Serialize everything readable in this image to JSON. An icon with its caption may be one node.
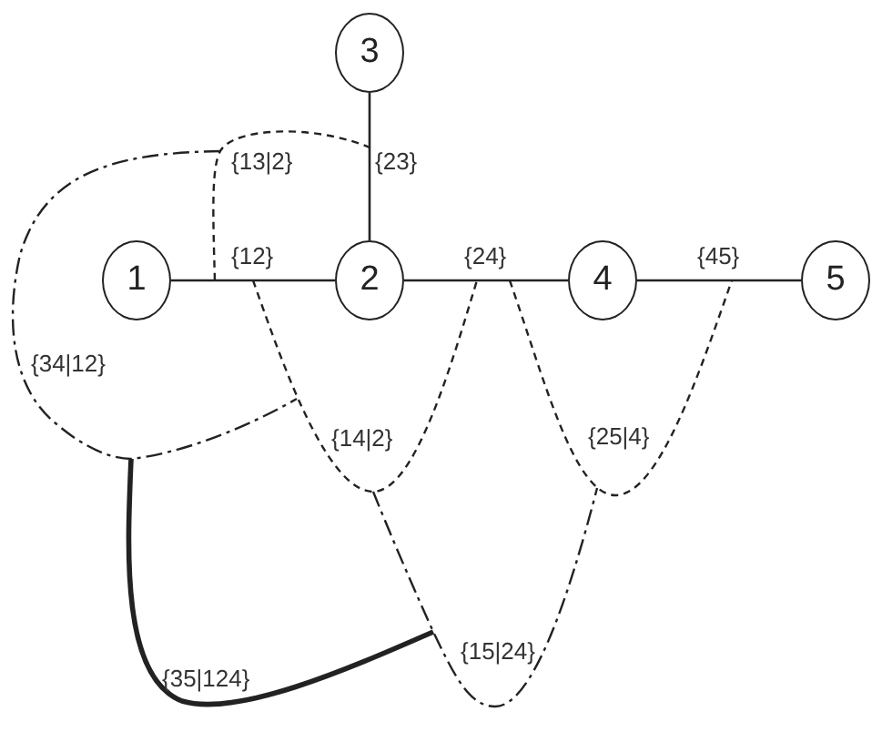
{
  "diagram": {
    "nodes": [
      {
        "text": [
          "3"
        ]
      },
      {
        "text": [
          "1"
        ]
      },
      {
        "text": [
          "2"
        ]
      },
      {
        "text": [
          "4"
        ]
      },
      {
        "text": [
          "5"
        ]
      }
    ],
    "edges": [
      {
        "from": 0,
        "to": 2,
        "arrow": "none",
        "label": "{23}"
      },
      {
        "from": 1,
        "to": 2,
        "arrow": "none",
        "label": "{12}"
      },
      {
        "from": 2,
        "to": 3,
        "arrow": "none",
        "label": "{24}"
      },
      {
        "from": 3,
        "to": 4,
        "arrow": "none",
        "label": "{45}"
      }
    ],
    "labels": [
      "{13|2}",
      "{34|12}",
      "{14|2}",
      "{25|4}",
      "{15|24}",
      "{35|124}"
    ]
  }
}
